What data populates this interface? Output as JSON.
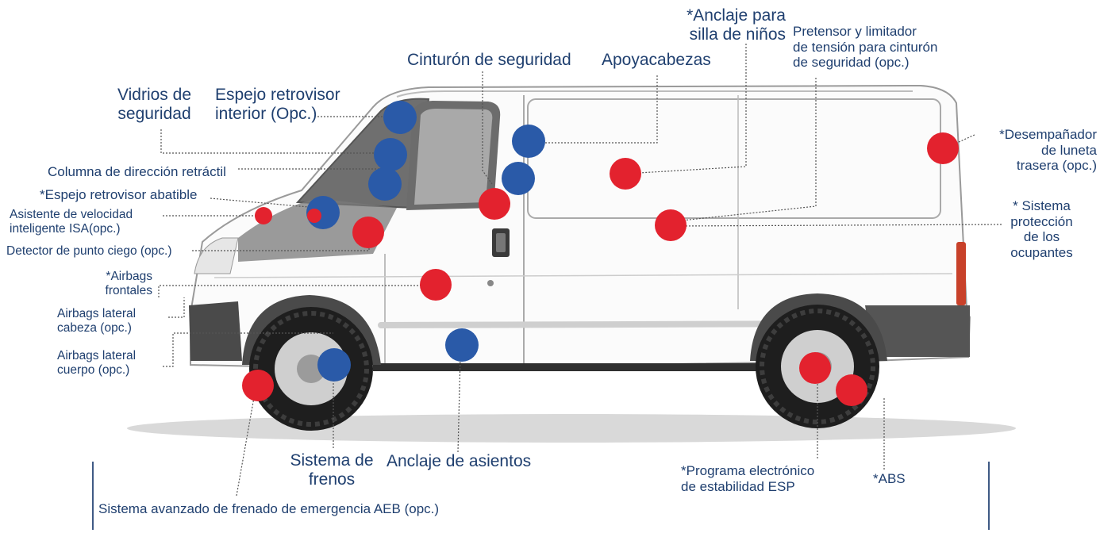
{
  "labels": {
    "vidrios": "Vidrios de\nseguridad",
    "espejo_interior": "Espejo retrovisor\ninterior (Opc.)",
    "columna": "Columna de dirección retráctil",
    "espejo_abatible": "*Espejo retrovisor abatible",
    "isa": "Asistente de velocidad\ninteligente ISA(opc.)",
    "punto_ciego": "Detector de punto ciego (opc.)",
    "airbags_frontales": "*Airbags\nfrontales",
    "airbags_cabeza": "Airbags  lateral\ncabeza (opc.)",
    "airbags_cuerpo": "Airbags lateral\ncuerpo (opc.)",
    "cinturon": "Cinturón de seguridad",
    "apoyacabezas": "Apoyacabezas",
    "anclaje_silla": "*Anclaje para\nsilla de niños",
    "pretensor": "Pretensor y limitador\nde tensión para cinturón\nde seguridad (opc.)",
    "desempanador": "*Desempañador\nde luneta\ntrasera (opc.)",
    "proteccion": "* Sistema\nprotección\nde los\nocupantes",
    "frenos": "Sistema de\nfrenos",
    "anclaje_asientos": "Anclaje de asientos",
    "esp": "*Programa electrónico\nde estabilidad ESP",
    "abs": "*ABS",
    "aeb": "Sistema avanzado de frenado de emergencia AEB (opc.)"
  },
  "colors": {
    "blue_marker": "#2a5aa8",
    "red_marker": "#e3222e",
    "label_text": "#1f3f6f",
    "frame_line": "#3f5a85"
  }
}
